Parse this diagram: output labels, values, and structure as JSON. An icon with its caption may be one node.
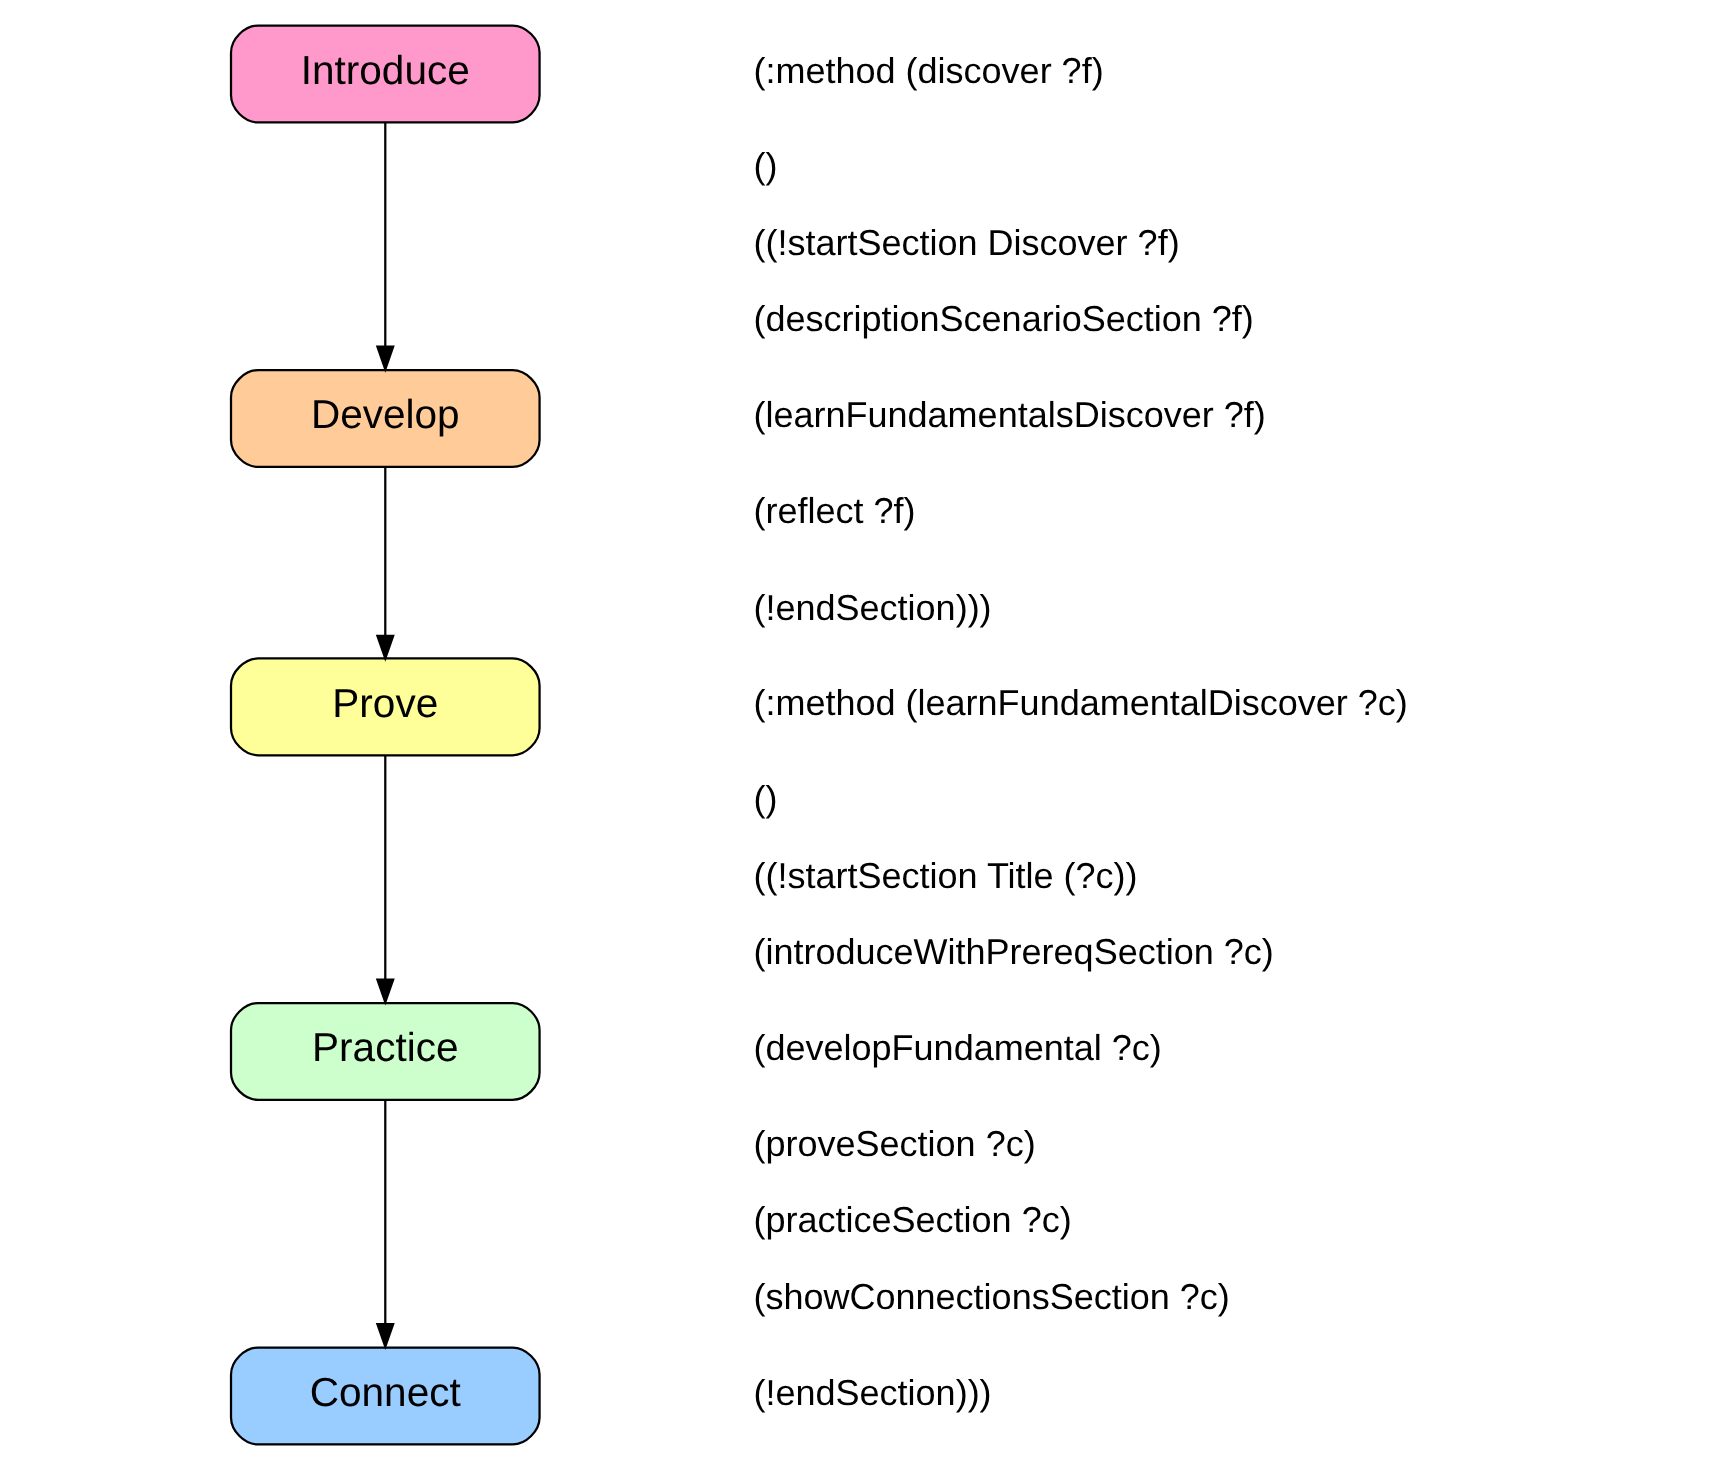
{
  "diagram": {
    "nodes": [
      {
        "text": [
          "Introduce"
        ]
      },
      {
        "text": [
          "Develop"
        ]
      },
      {
        "text": [
          "Prove"
        ]
      },
      {
        "text": [
          "Practice"
        ]
      },
      {
        "text": [
          "Connect"
        ]
      }
    ],
    "edges": [
      {
        "from": 0,
        "to": 1,
        "arrow": "to"
      },
      {
        "from": 1,
        "to": 2,
        "arrow": "to"
      },
      {
        "from": 2,
        "to": 3,
        "arrow": "to"
      },
      {
        "from": 3,
        "to": 4,
        "arrow": "to"
      }
    ],
    "labels": [
      "(:method (discover ?f)",
      "()",
      "((!startSection Discover ?f)",
      "(descriptionScenarioSection ?f)",
      "(learnFundamentalsDiscover ?f)",
      "(reflect ?f)",
      "(!endSection)))",
      "(:method (learnFundamentalDiscover ?c)",
      "()",
      "((!startSection Title (?c))",
      "(introduceWithPrereqSection ?c)",
      "(developFundamental ?c)",
      "(proveSection ?c)",
      "(practiceSection ?c)",
      "(showConnectionsSection ?c)",
      "(!endSection)))"
    ]
  }
}
